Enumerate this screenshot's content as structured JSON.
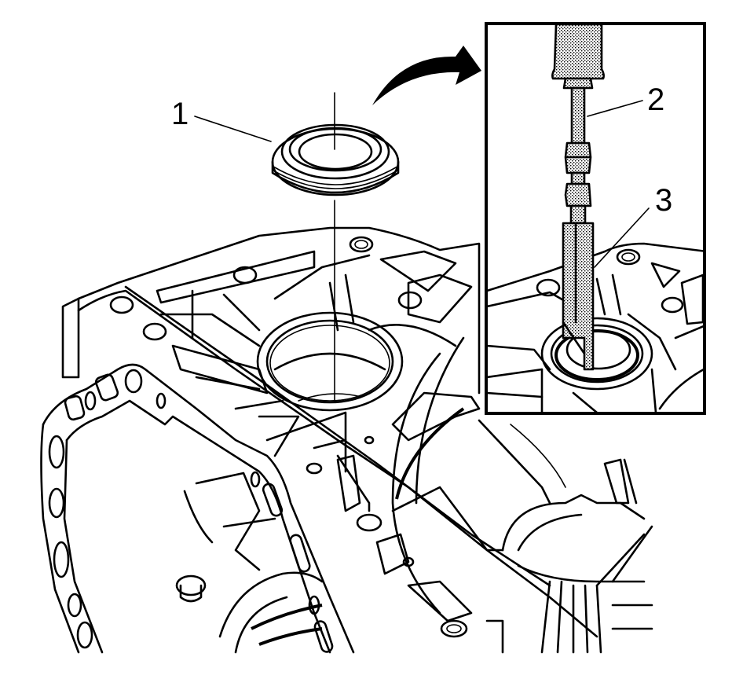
{
  "figure": {
    "description": "Seal installation illustration: seal being lowered onto transmission case bore, inset shows installer tool seating seal",
    "colors": {
      "line": "#000000",
      "background": "#ffffff"
    }
  },
  "callouts": [
    {
      "id": "1",
      "label": "1",
      "target": "seal"
    },
    {
      "id": "2",
      "label": "2",
      "target": "driver-handle"
    },
    {
      "id": "3",
      "label": "3",
      "target": "seal-installer"
    }
  ],
  "inset": {
    "arrow": "curved-arrow-icon"
  }
}
